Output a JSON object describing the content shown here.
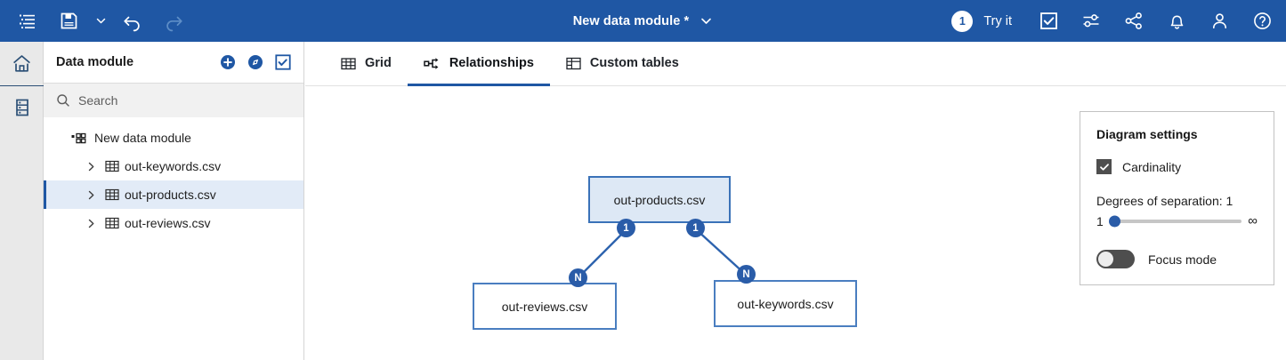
{
  "header": {
    "title": "New data module *",
    "title_caret_icon": "chevron-down-icon",
    "left_tools": [
      {
        "name": "outline-list-icon",
        "label": "Outline"
      },
      {
        "name": "save-icon",
        "label": "Save"
      },
      {
        "name": "save-caret-icon",
        "label": "Save options"
      },
      {
        "name": "undo-icon",
        "label": "Undo"
      },
      {
        "name": "redo-icon",
        "label": "Redo"
      }
    ],
    "badge_count": "1",
    "try_it_label": "Try it",
    "right_icons": [
      {
        "name": "checkbox-task-icon",
        "label": "Validate"
      },
      {
        "name": "sliders-options-icon",
        "label": "Options"
      },
      {
        "name": "share-icon",
        "label": "Share"
      },
      {
        "name": "bell-notification-icon",
        "label": "Notifications"
      },
      {
        "name": "user-account-icon",
        "label": "Account"
      },
      {
        "name": "help-question-icon",
        "label": "Help"
      }
    ]
  },
  "rail": {
    "items": [
      {
        "name": "home-icon",
        "label": "Home"
      },
      {
        "name": "data-server-icon",
        "label": "Data"
      }
    ]
  },
  "sidebar": {
    "title": "Data module",
    "actions": [
      {
        "name": "add-circle-icon",
        "label": "Add"
      },
      {
        "name": "explore-compass-icon",
        "label": "Explore"
      },
      {
        "name": "select-checkbox-icon",
        "label": "Select"
      }
    ],
    "search": {
      "placeholder": "Search",
      "value": "",
      "icon": "search-icon"
    },
    "tree": {
      "root": {
        "label": "New data module",
        "icon": "module-icon"
      },
      "children": [
        {
          "label": "out-keywords.csv",
          "icon": "table-icon",
          "chevron": "chevron-right-icon",
          "selected": false
        },
        {
          "label": "out-products.csv",
          "icon": "table-icon",
          "chevron": "chevron-right-icon",
          "selected": true
        },
        {
          "label": "out-reviews.csv",
          "icon": "table-icon",
          "chevron": "chevron-right-icon",
          "selected": false
        }
      ]
    }
  },
  "tabs": [
    {
      "label": "Grid",
      "icon": "grid-table-icon",
      "active": false
    },
    {
      "label": "Relationships",
      "icon": "relationships-icon",
      "active": true
    },
    {
      "label": "Custom tables",
      "icon": "custom-table-icon",
      "active": false
    }
  ],
  "diagram": {
    "nodes": [
      {
        "id": "products",
        "label": "out-products.csv",
        "selected": true
      },
      {
        "id": "reviews",
        "label": "out-reviews.csv",
        "selected": false
      },
      {
        "id": "keywords",
        "label": "out-keywords.csv",
        "selected": false
      }
    ],
    "edges": [
      {
        "from": "products",
        "to": "reviews",
        "from_cardinality": "1",
        "to_cardinality": "N"
      },
      {
        "from": "products",
        "to": "keywords",
        "from_cardinality": "1",
        "to_cardinality": "N"
      }
    ],
    "badges": {
      "products_left": "1",
      "products_right": "1",
      "reviews": "N",
      "keywords": "N"
    }
  },
  "settings": {
    "title": "Diagram settings",
    "cardinality": {
      "label": "Cardinality",
      "checked": true
    },
    "degrees": {
      "label": "Degrees of separation: 1",
      "min_label": "1",
      "max_label": "∞",
      "value": 1
    },
    "focus_mode": {
      "label": "Focus mode",
      "on": false
    }
  },
  "colors": {
    "brand_blue": "#1f57a4",
    "node_border": "#4a7ec0",
    "node_selected_fill": "#dde8f5",
    "badge_blue": "#2a5ca8",
    "rail_bg": "#e9e9e9",
    "selected_row": "#e2ebf7",
    "control_gray": "#4e4e4e"
  }
}
